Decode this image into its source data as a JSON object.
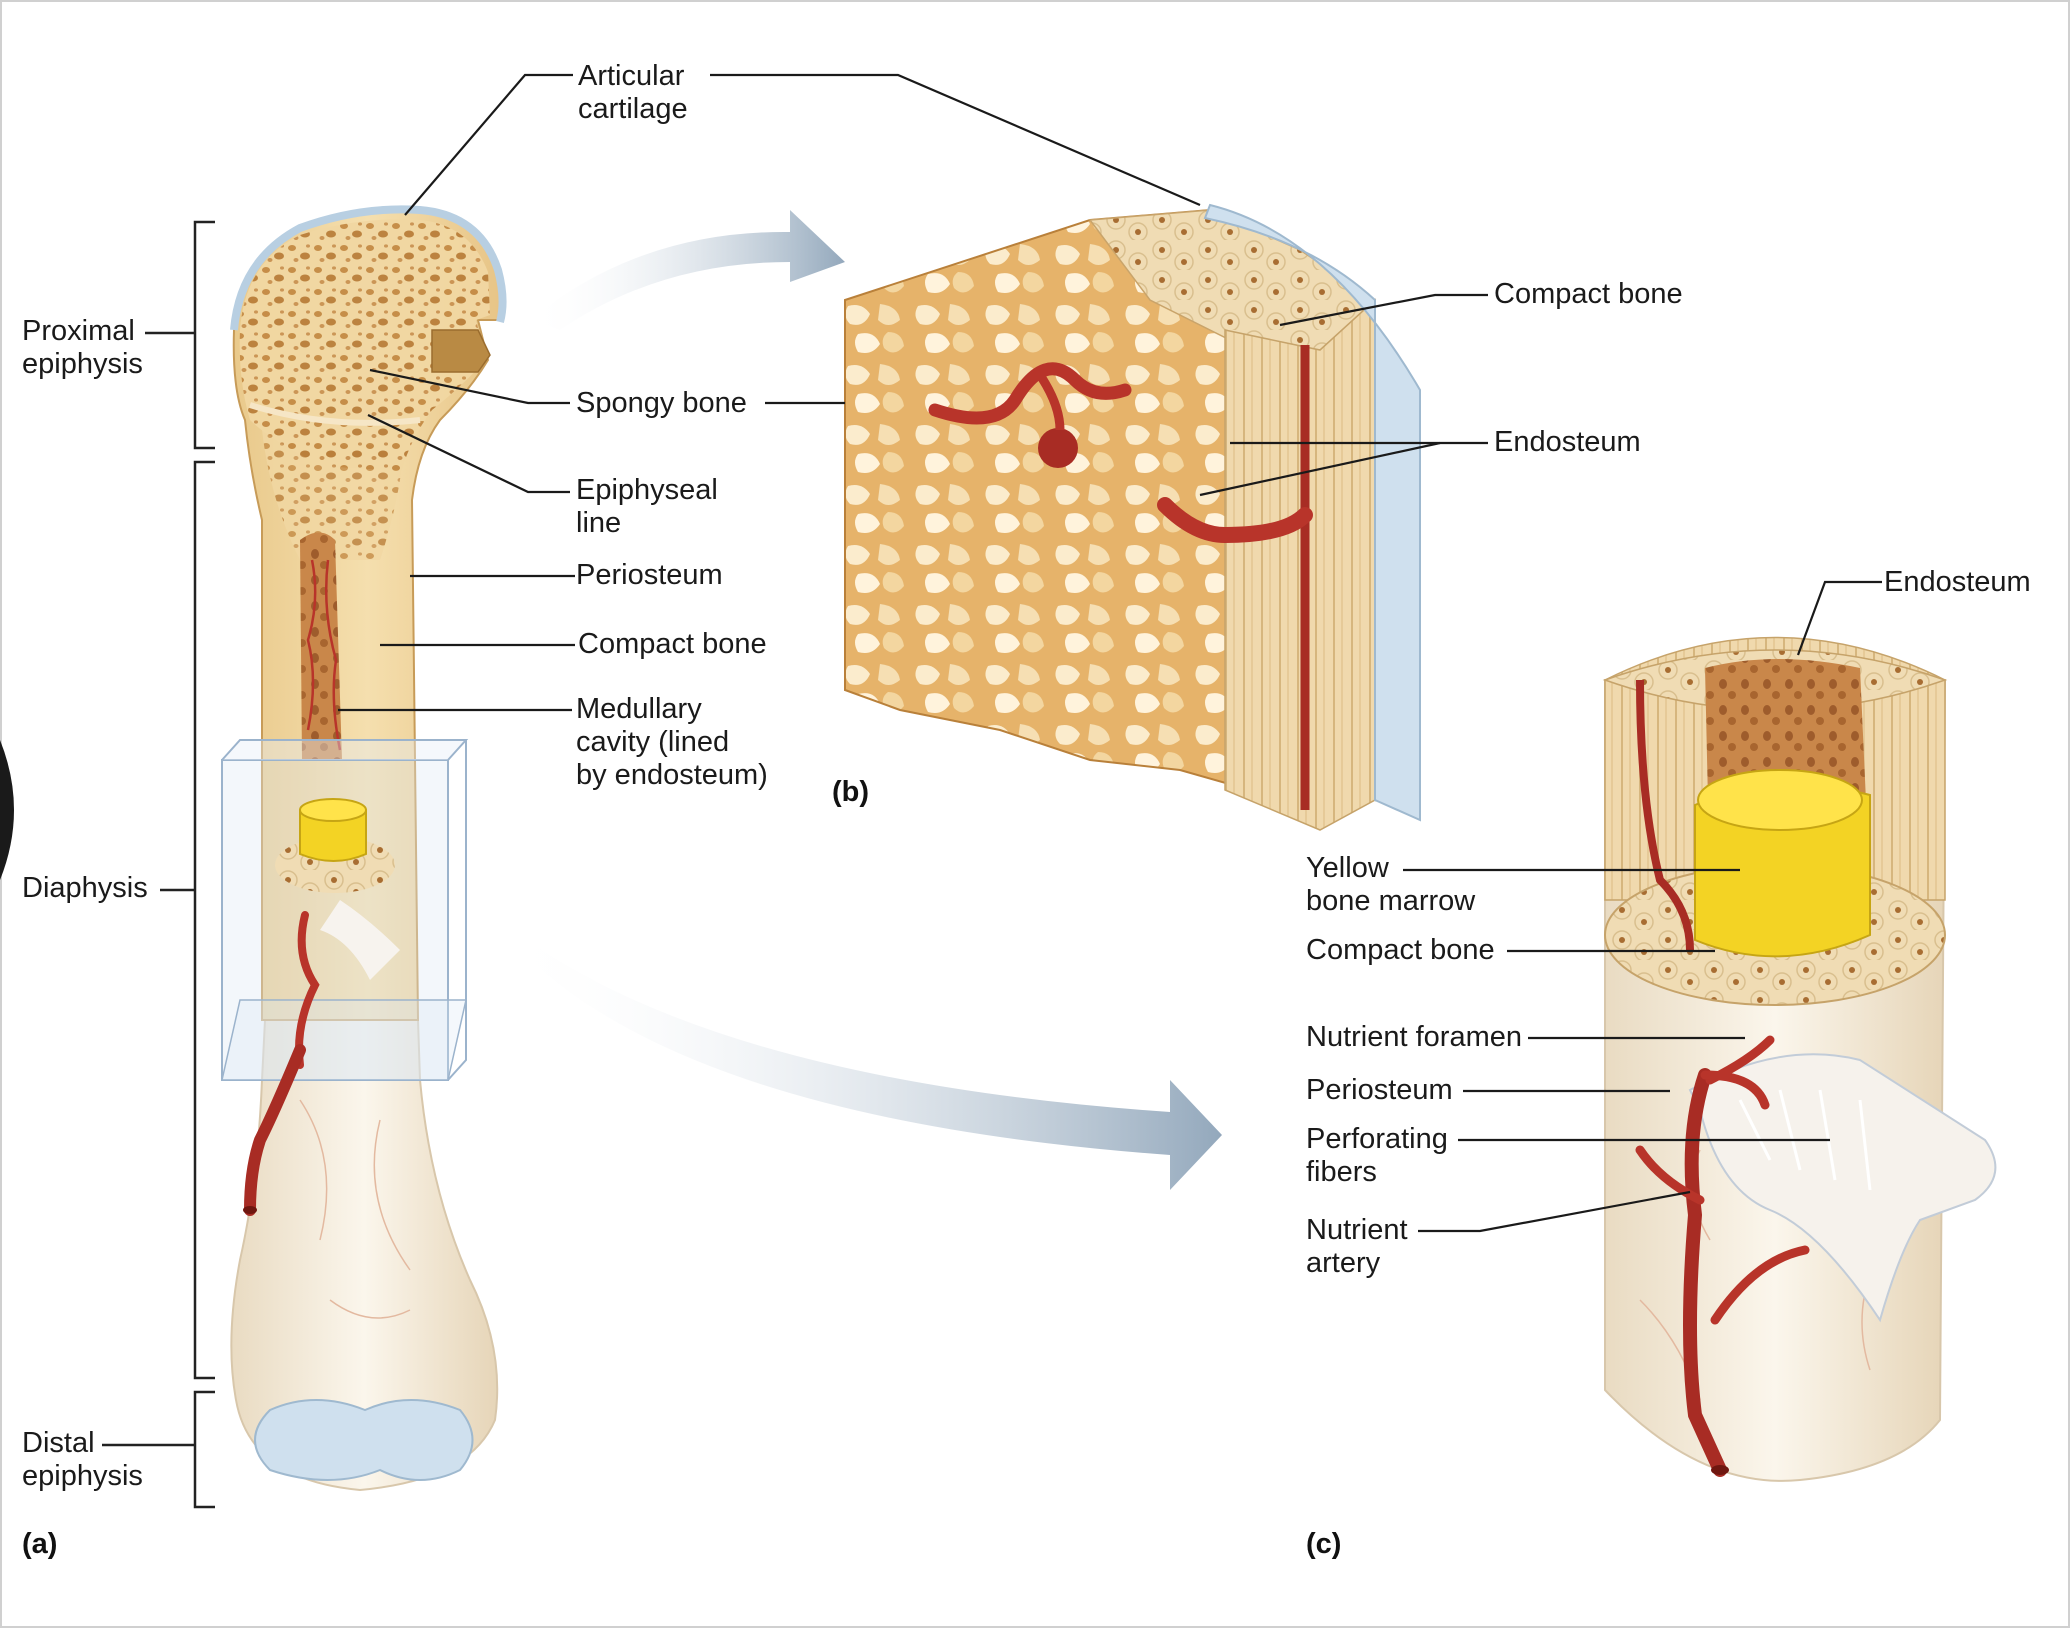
{
  "labels": {
    "articular_cartilage": [
      "Articular",
      "cartilage"
    ],
    "proximal_epiphysis": [
      "Proximal",
      "epiphysis"
    ],
    "spongy_bone": [
      "Spongy bone"
    ],
    "epiphyseal_line": [
      "Epiphyseal",
      "line"
    ],
    "periosteum_a": [
      "Periosteum"
    ],
    "compact_bone_a": [
      "Compact bone"
    ],
    "medullary_cavity": [
      "Medullary",
      "cavity (lined",
      "by endosteum)"
    ],
    "diaphysis": [
      "Diaphysis"
    ],
    "distal_epiphysis": [
      "Distal",
      "epiphysis"
    ],
    "compact_bone_b": [
      "Compact bone"
    ],
    "endosteum_b": [
      "Endosteum"
    ],
    "endosteum_c": [
      "Endosteum"
    ],
    "yellow_marrow": [
      "Yellow",
      "bone marrow"
    ],
    "compact_bone_c": [
      "Compact bone"
    ],
    "nutrient_foramen": [
      "Nutrient foramen"
    ],
    "periosteum_c": [
      "Periosteum"
    ],
    "perforating_fibers": [
      "Perforating",
      "fibers"
    ],
    "nutrient_artery": [
      "Nutrient",
      "artery"
    ]
  },
  "panels": {
    "a": "(a)",
    "b": "(b)",
    "c": "(c)"
  },
  "colors": {
    "bone": "#f0d7a4",
    "bone_dark": "#c98f3e",
    "pore": "#b57a35",
    "cartilage": "#cfe0ee",
    "artery": "#b8342a",
    "marrow": "#f5d21c",
    "periosteum_white": "#f6f0e6",
    "arrow": "#9fb2c4"
  }
}
